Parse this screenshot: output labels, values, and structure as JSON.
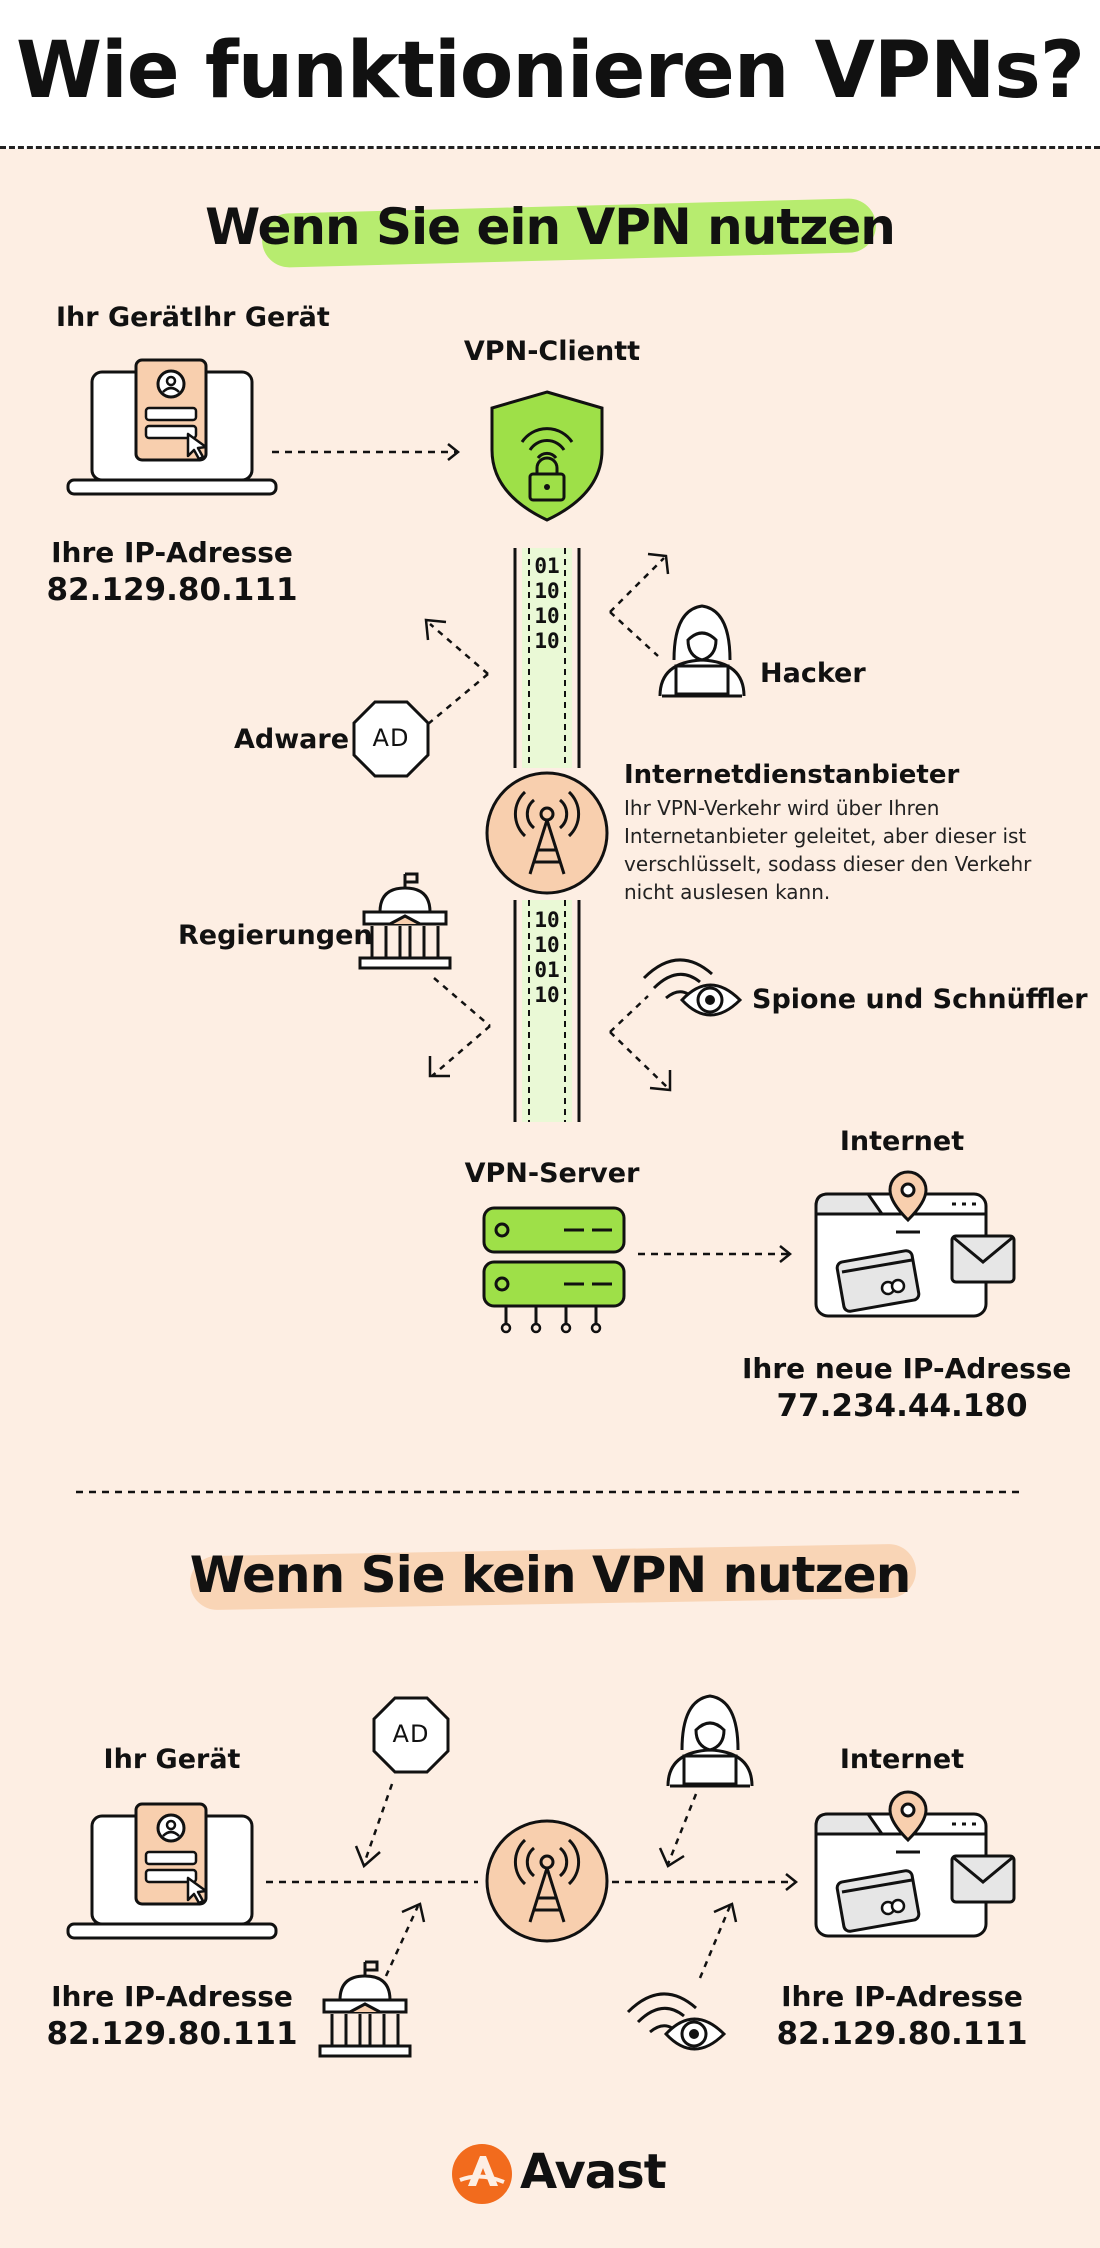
{
  "title": "Wie funktionieren VPNs?",
  "with_vpn": {
    "heading": "Wenn Sie ein VPN nutzen",
    "device_label": "Ihr GerätIhr Gerät",
    "device_ip_label": "Ihre IP-Adresse",
    "device_ip": "82.129.80.111",
    "client_label": "VPN-Clientt",
    "bits_upper": "01101010",
    "bits_lower": "10100110",
    "adware_label": "Adware",
    "ad_text": "AD",
    "hacker_label": "Hacker",
    "isp_title": "Internetdienstanbieter",
    "isp_desc_lines": [
      "Ihr VPN-Verkehr wird über Ihren",
      "Internetanbieter geleitet, aber dieser ist",
      "verschlüsselt, sodass dieser den Verkehr",
      "nicht auslesen kann."
    ],
    "gov_label": "Regierungen",
    "spy_label": "Spione und Schnüffler",
    "server_label": "VPN-Server",
    "internet_label": "Internet",
    "new_ip_label": "Ihre neue IP-Adresse",
    "new_ip": "77.234.44.180"
  },
  "without_vpn": {
    "heading": "Wenn Sie kein VPN nutzen",
    "device_label": "Ihr Gerät",
    "device_ip_label": "Ihre IP-Adresse",
    "device_ip": "82.129.80.111",
    "ad_text": "AD",
    "internet_label": "Internet",
    "internet_ip_label": "Ihre IP-Adresse",
    "internet_ip": "82.129.80.111"
  },
  "brand": "Avast",
  "colors": {
    "background": "#fdeee3",
    "green": "#9ee048",
    "green_highlight": "#b7ec6f",
    "peach_highlight": "#f9d5b6",
    "peach_circle": "#f8cfae",
    "orange_brand": "#f26b1d",
    "ink": "#111111"
  }
}
